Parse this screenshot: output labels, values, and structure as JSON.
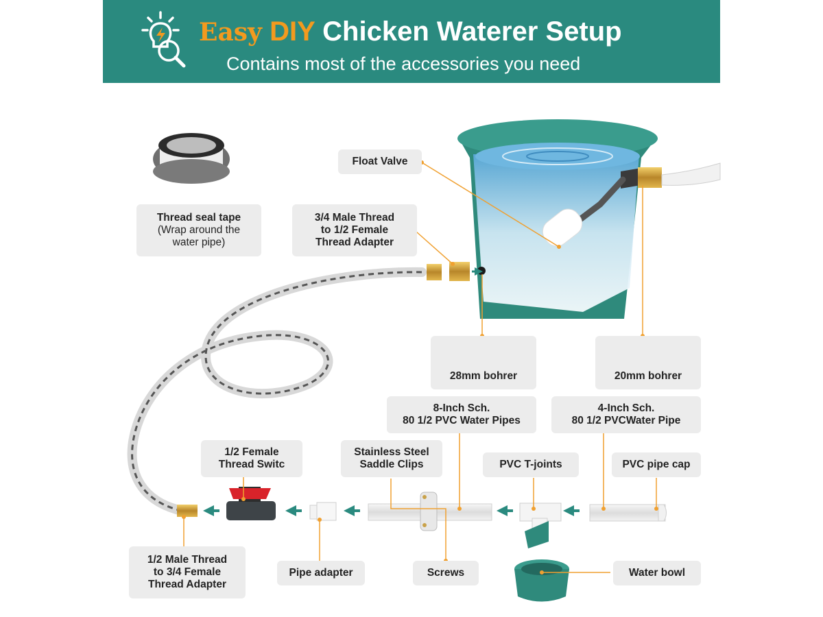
{
  "banner": {
    "title_easy": "Easy",
    "title_diy": "DIY",
    "title_rest": "Chicken Waterer Setup",
    "subtitle": "Contains most of the accessories you need",
    "icon": "lightbulb-search-icon"
  },
  "labels": {
    "float_valve": "Float Valve",
    "seal_tape_line1": "Thread seal tape",
    "seal_tape_line2": "(Wrap around the",
    "seal_tape_line3": "water pipe)",
    "adapter34_line1": "3/4 Male Thread",
    "adapter34_line2": "to 1/2 Female",
    "adapter34_line3": "Thread Adapter",
    "drill28": "28mm bohrer",
    "drill20": "20mm bohrer",
    "pipe8_line1": "8-Inch Sch.",
    "pipe8_line2": "80 1/2 PVC Water Pipes",
    "pipe4_line1": "4-Inch Sch.",
    "pipe4_line2": "80 1/2 PVCWater Pipe",
    "switch_line1": "1/2 Female",
    "switch_line2": "Thread Switc",
    "clips_line1": "Stainless Steel",
    "clips_line2": "Saddle Clips",
    "tjoints": "PVC T-joints",
    "pipe_cap": "PVC pipe cap",
    "adapter12_line1": "1/2 Male Thread",
    "adapter12_line2": "to 3/4 Female",
    "adapter12_line3": "Thread Adapter",
    "pipe_adapter": "Pipe adapter",
    "screws": "Screws",
    "water_bowl": "Water bowl"
  },
  "colors": {
    "banner": "#2a8a7f",
    "accent_orange": "#f39a1e",
    "bucket_teal": "#2f8a7c",
    "arrow_teal": "#2a8a7f",
    "leader_orange": "#f0a030",
    "label_bg": "#ececec"
  }
}
